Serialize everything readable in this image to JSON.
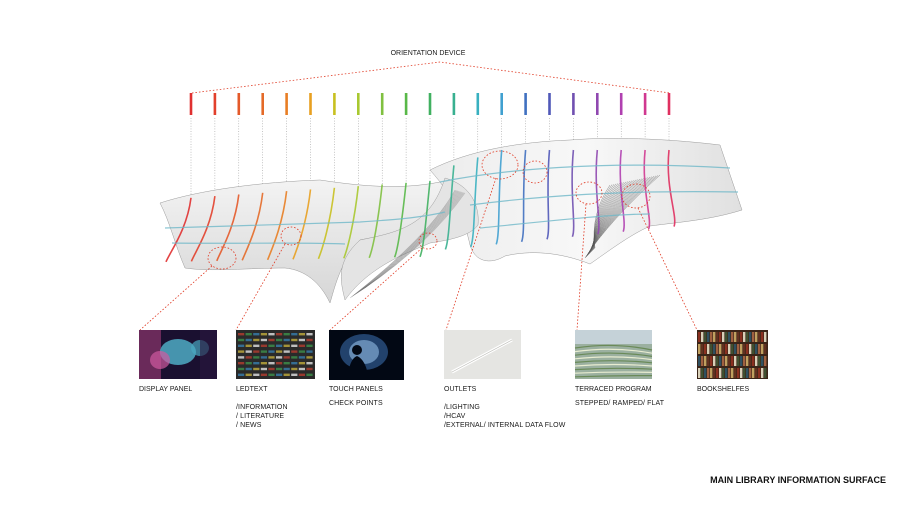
{
  "diagram": {
    "title": "MAIN LIBRARY INFORMATION SURFACE",
    "orientation_label": "ORIENTATION DEVICE",
    "orientation_colors": [
      "#e03030",
      "#e2402c",
      "#e45a2a",
      "#e46a28",
      "#e87e24",
      "#e8a020",
      "#c8c020",
      "#a8c830",
      "#80c040",
      "#58b848",
      "#40b060",
      "#38b090",
      "#38b0c0",
      "#40a0d0",
      "#4070c0",
      "#5058b8",
      "#7050b0",
      "#9048b0",
      "#b040b0",
      "#d03890",
      "#e03060"
    ],
    "accent_color": "#e03a24",
    "callouts": [
      {
        "id": "display",
        "label": "DISPLAY PANEL",
        "details": ""
      },
      {
        "id": "ledtext",
        "label": "LEDTEXT",
        "details": "/INFORMATION\n/ LITERATURE\n/ NEWS"
      },
      {
        "id": "touch",
        "label": "TOUCH PANELS",
        "details": "CHECK POINTS"
      },
      {
        "id": "outlets",
        "label": "OUTLETS",
        "details": "/LIGHTING\n/HCAV\n/EXTERNAL/ INTERNAL DATA FLOW"
      },
      {
        "id": "terraced",
        "label": "TERRACED PROGRAM",
        "details": "STEPPED/ RAMPED/ FLAT"
      },
      {
        "id": "books",
        "label": "BOOKSHELFES",
        "details": ""
      }
    ]
  }
}
